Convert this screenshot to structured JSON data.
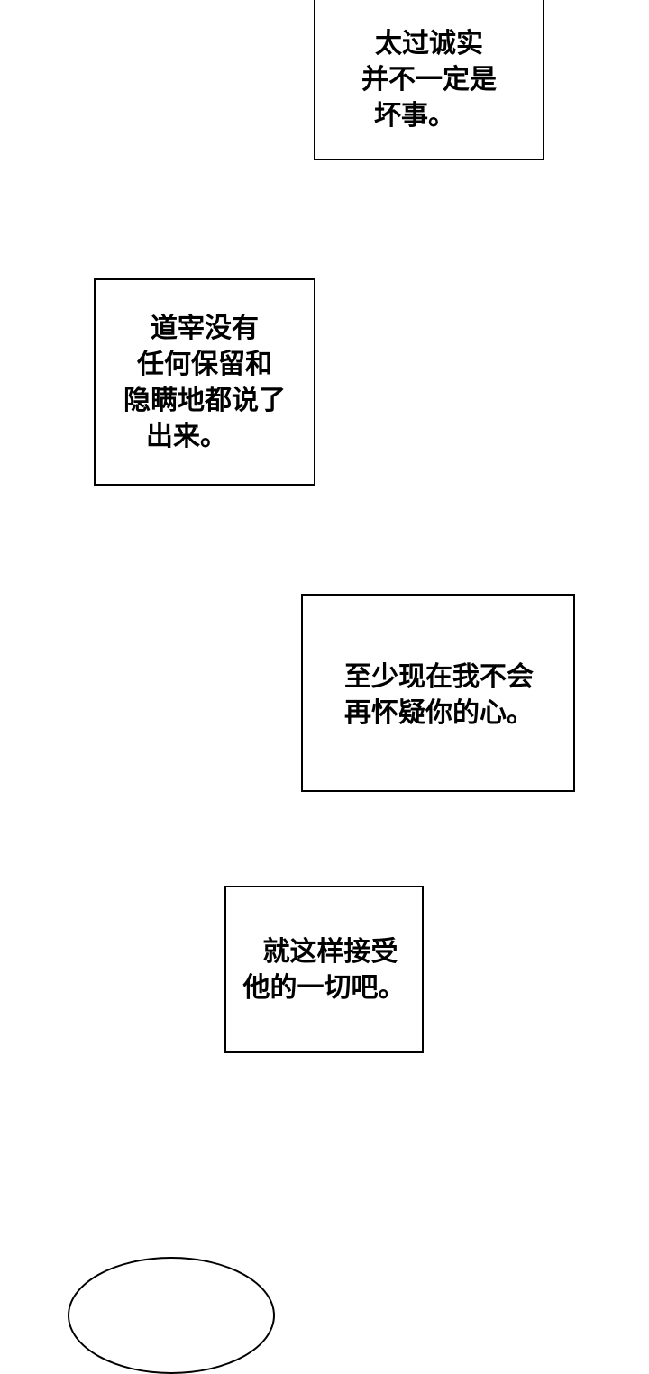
{
  "captions": [
    {
      "lines": [
        "太过诚实",
        "并不一定是",
        "坏事。"
      ]
    },
    {
      "lines": [
        "道宰没有",
        "任何保留和",
        "隐瞒地都说了",
        "出来。"
      ]
    },
    {
      "lines": [
        "至少现在我不会",
        "再怀疑你的心。"
      ]
    },
    {
      "lines": [
        "就这样接受",
        "他的一切吧。"
      ]
    }
  ],
  "colors": {
    "background": "#ffffff",
    "border": "#000000",
    "text": "#000000"
  }
}
